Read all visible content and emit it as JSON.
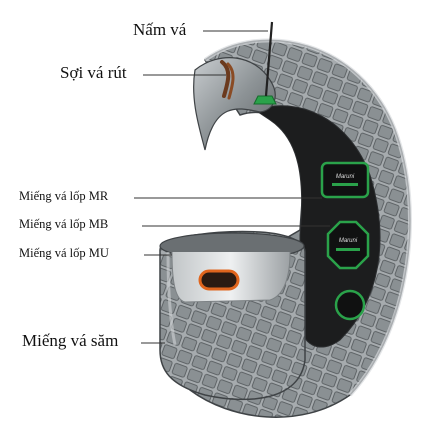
{
  "labels": {
    "mushroom_plug": "Nấm vá",
    "string_plug": "Sợi vá rút",
    "patch_mr": "Miếng vá lốp MR",
    "patch_mb": "Miếng vá lốp MB",
    "patch_mu": "Miếng vá lốp MU",
    "tube_patch": "Miếng vá săm"
  },
  "patch_text": {
    "brand": "Maruni"
  },
  "colors": {
    "tread": "#9aa0a3",
    "tread_dark": "#4a4f52",
    "inner_liner": "#1c1d1e",
    "patch_green": "#2aa24a",
    "tube_orange": "#e0651d"
  }
}
